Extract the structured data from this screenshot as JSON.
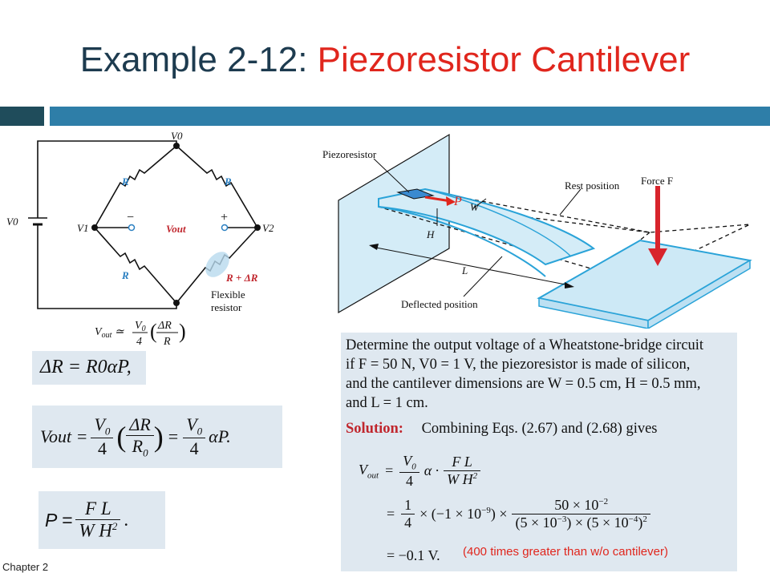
{
  "slide": {
    "title_prefix": "Example 2-12: ",
    "title_accent": "Piezoresistor Cantilever",
    "footer": "Chapter 2",
    "note": "(400 times greater than w/o cantilever)"
  },
  "circuit": {
    "v0_top": "V0",
    "v0_left": "V0",
    "v1": "V1",
    "v2": "V2",
    "r_top_left": "R",
    "r_top_right": "R",
    "r_bottom_left": "R",
    "r_bottom_right": "R + ΔR",
    "vout": "Vout",
    "minus": "−",
    "plus": "+",
    "flexible_1": "Flexible",
    "flexible_2": "resistor"
  },
  "cantilever": {
    "piezoresistor": "Piezoresistor",
    "rest_position": "Rest position",
    "force": "Force F",
    "p": "P",
    "w": "W",
    "h": "H",
    "l": "L",
    "deflected_position": "Deflected position"
  },
  "equations": {
    "eq1": "ΔR = R0αP,",
    "eq2_lhs": "Vout =",
    "eq3_lhs": "P ="
  },
  "problem": {
    "line1": "Determine the output voltage of a Wheatstone-bridge circuit",
    "line2": "if F = 50 N, V0 = 1 V, the piezoresistor is made of silicon,",
    "line3": "and the cantilever dimensions are W = 0.5 cm, H = 0.5 mm,",
    "line4": "and L = 1 cm.",
    "solution_label": "Solution:",
    "solution_text": "Combining Eqs. (2.67) and (2.68) gives",
    "result": "= −0.1 V."
  }
}
